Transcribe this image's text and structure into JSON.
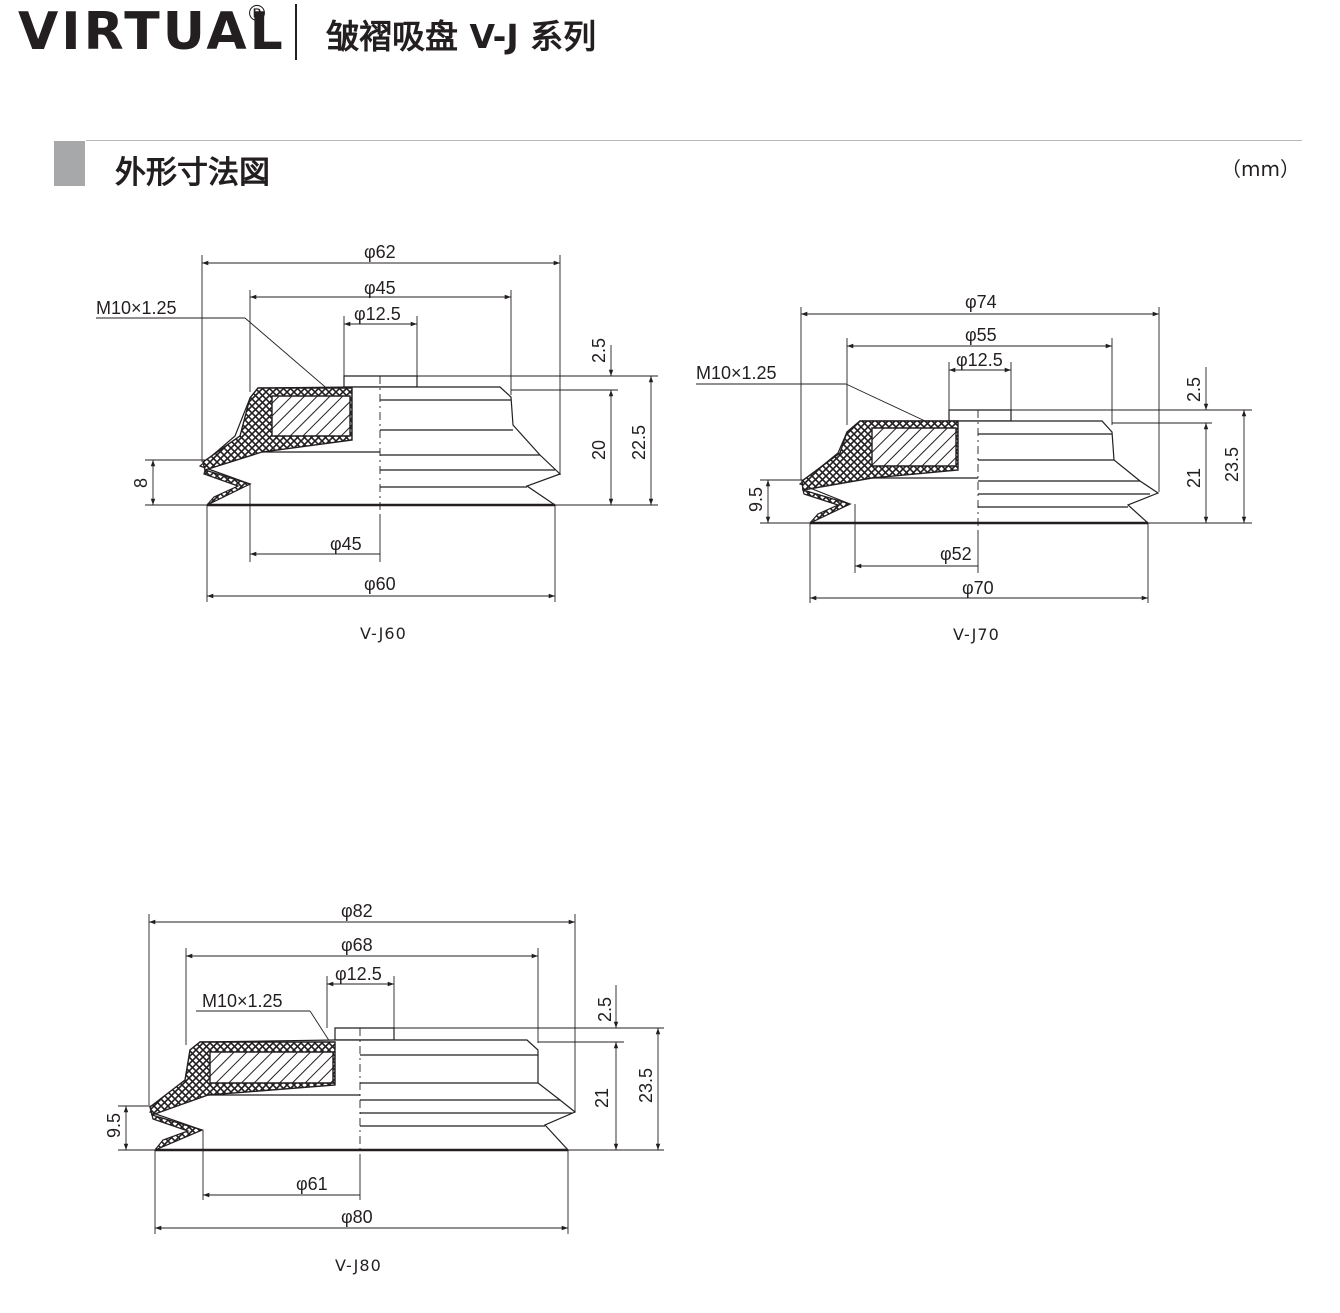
{
  "header": {
    "brand": "VIRTUAL",
    "registered": "®",
    "series_title": "皱褶吸盘 V-J 系列"
  },
  "section": {
    "title": "外形寸法図",
    "unit": "（mm）"
  },
  "drawings": [
    {
      "model": "V-J60",
      "thread": "M10×1.25",
      "top_dims": [
        "φ62",
        "φ45",
        "φ12.5"
      ],
      "bottom_dims": [
        "φ45",
        "φ60"
      ],
      "right_dims": [
        "2.5",
        "20",
        "22.5"
      ],
      "left_dim": "8"
    },
    {
      "model": "V-J70",
      "thread": "M10×1.25",
      "top_dims": [
        "φ74",
        "φ55",
        "φ12.5"
      ],
      "bottom_dims": [
        "φ52",
        "φ70"
      ],
      "right_dims": [
        "2.5",
        "21",
        "23.5"
      ],
      "left_dim": "9.5"
    },
    {
      "model": "V-J80",
      "thread": "M10×1.25",
      "top_dims": [
        "φ82",
        "φ68",
        "φ12.5"
      ],
      "bottom_dims": [
        "φ61",
        "φ80"
      ],
      "right_dims": [
        "2.5",
        "21",
        "23.5"
      ],
      "left_dim": "9.5"
    }
  ]
}
